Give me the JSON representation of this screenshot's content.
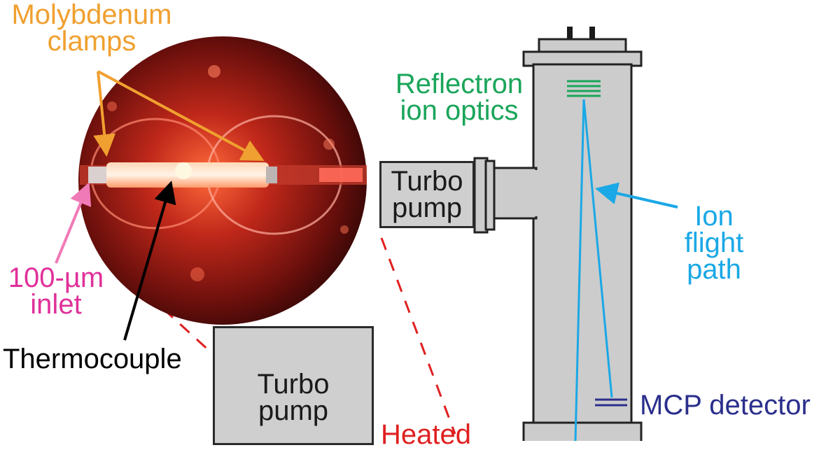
{
  "labels": {
    "molybdenum_clamps": [
      "Molybdenum",
      "clamps"
    ],
    "reflectron": [
      "Reflectron",
      "ion optics"
    ],
    "turbo_small": [
      "Turbo",
      "pump"
    ],
    "turbo_large": [
      "Turbo",
      "pump"
    ],
    "ion_path": [
      "Ion",
      "flight",
      "path"
    ],
    "inlet": [
      "100-µm",
      "inlet"
    ],
    "thermocouple": "Thermocouple",
    "mcp": "MCP detector",
    "heated": "Heated"
  },
  "colors": {
    "clamps_label": "#f0a030",
    "reflectron_label": "#1aa55a",
    "ion_path": "#1aa8e6",
    "inlet_label": "#e0309a",
    "mcp_label": "#2b2f8c",
    "heated_label": "#e02020",
    "thermocouple_label": "#000000",
    "chamber_fill": "#cccccc"
  },
  "icons": [
    "arrow-icon",
    "reflectron-grid-icon",
    "mcp-detector-icon",
    "heated-cell-photo"
  ]
}
